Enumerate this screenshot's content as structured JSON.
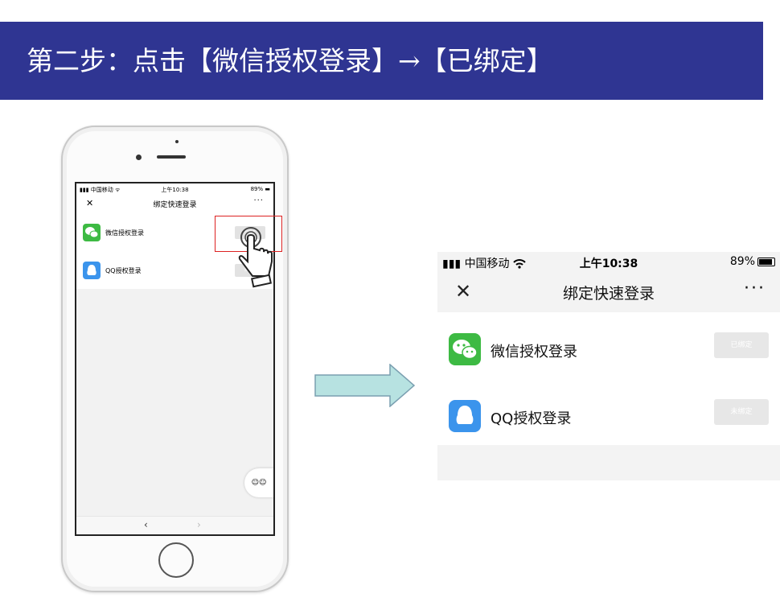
{
  "banner": {
    "title": "第二步：点击【微信授权登录】→【已绑定】"
  },
  "phone": {
    "status": {
      "signal": "▮▮▮ 中国移动 ᯤ",
      "time": "上午10:38",
      "battery": "89% ▬"
    },
    "nav": {
      "close": "✕",
      "title": "绑定快速登录",
      "more": "···"
    },
    "rows": [
      {
        "label": "微信授权登录",
        "button": "已绑定"
      },
      {
        "label": "QQ授权登录",
        "button": "未绑定"
      }
    ],
    "bottom": {
      "back": "‹",
      "forward": "›"
    },
    "float_label": "☺☺"
  },
  "big": {
    "status": {
      "signal": "▮▮▮ 中国移动",
      "time": "上午10:38",
      "battery": "89%"
    },
    "nav": {
      "close": "✕",
      "title": "绑定快速登录",
      "more": "···"
    },
    "rows": [
      {
        "label": "微信授权登录",
        "button": "已绑定"
      },
      {
        "label": "QQ授权登录",
        "button": "未绑定"
      }
    ]
  },
  "colors": {
    "banner_bg": "#2f3592",
    "wechat": "#3dba43",
    "qq": "#3b94ec",
    "arrow": "#b7e2e1",
    "highlight": "#dd2222"
  },
  "icons": [
    "wechat-icon",
    "qq-icon",
    "hand-pointer-icon",
    "right-arrow-icon",
    "wifi-icon",
    "battery-icon"
  ]
}
